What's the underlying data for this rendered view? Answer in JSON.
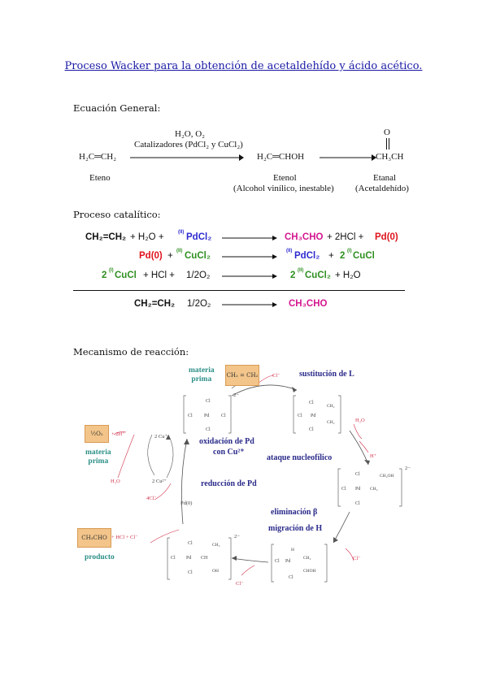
{
  "title": "Proceso Wacker para la obtención de acetaldehído y ácido acético.",
  "sections": {
    "general": "Ecuación General:",
    "catalytic": "Proceso catalítico:",
    "mechanism": "Mecanismo de reacción:"
  },
  "general_eq": {
    "reactant": "H₂C═CH₂",
    "cond1": "H₂O, O₂",
    "cond2": "Catalizadores (PdCl₂ y CuCl₂)",
    "intermediate": "H₂C═CHOH",
    "product_o": "O",
    "product": "CH₃CH",
    "label_reactant": "Eteno",
    "label_intermediate": "Etenol",
    "label_intermediate_sub": "(Alcohol vinílico, inestable)",
    "label_product": "Etanal",
    "label_product_sub": "(Acetaldehído)"
  },
  "catalytic": {
    "r1_left": "CH₂=CH₂",
    "r1_plus1": "+ H₂O +",
    "r1_cat": "PdCl₂",
    "r1_cat_ox": "(II)",
    "r1_p1": "CH₃CHO",
    "r1_p2": "+ 2HCl +",
    "r1_p3": "Pd(0)",
    "r2_left": "Pd(0)",
    "r2_plus": "+",
    "r2_cat_ox": "(II)",
    "r2_cat": "CuCl₂",
    "r2_p1_ox": "(II)",
    "r2_p1": "PdCl₂",
    "r2_plus2": "+",
    "r2_p2": "2",
    "r2_p2_ox": "(I)",
    "r2_p2b": "CuCl",
    "r3_left": "2",
    "r3_left_ox": "(I)",
    "r3_leftb": "CuCl",
    "r3_plus": "+ HCl +",
    "r3_o2": "1/2O₂",
    "r3_p1": "2",
    "r3_p1_ox": "(II)",
    "r3_p1b": "CuCl₂",
    "r3_p2": "+ H₂O",
    "net_left": "CH₂=CH₂",
    "net_o2": "1/2O₂",
    "net_p": "CH₃CHO"
  },
  "mechanism": {
    "materia_prima_top": "materia\nprima",
    "box_top": "CH₂ = CH₂",
    "cl_minus_top": "Cl⁻",
    "sustitucion": "sustitución de L",
    "h2o_right": "H₂O",
    "h_plus_right": "H⁺",
    "ataque": "ataque nucleofílico",
    "eliminacion": "eliminación β",
    "migracion": "migración de H",
    "cl_minus_right": "Cl⁻",
    "cl_minus_bottom": "Cl⁻",
    "oxidacion": "oxidación de Pd",
    "con_cu": "con Cu²⁺",
    "reduccion": "reducción de Pd",
    "box_left_top": "½O₂",
    "left_top_extra": "+ 2H⁺",
    "materia_prima_left": "materia\nprima",
    "cu_plus": "2 Cu⁺",
    "cu2_plus": "2 Cu²⁺",
    "h2o_left": "H₂O",
    "cl4": "4Cl⁻",
    "pd0": "Pd(0)",
    "box_bottom": "CH₃CHO",
    "bottom_extra": "+ HCl + Cl⁻",
    "producto": "producto",
    "complex_minus": "2−"
  }
}
